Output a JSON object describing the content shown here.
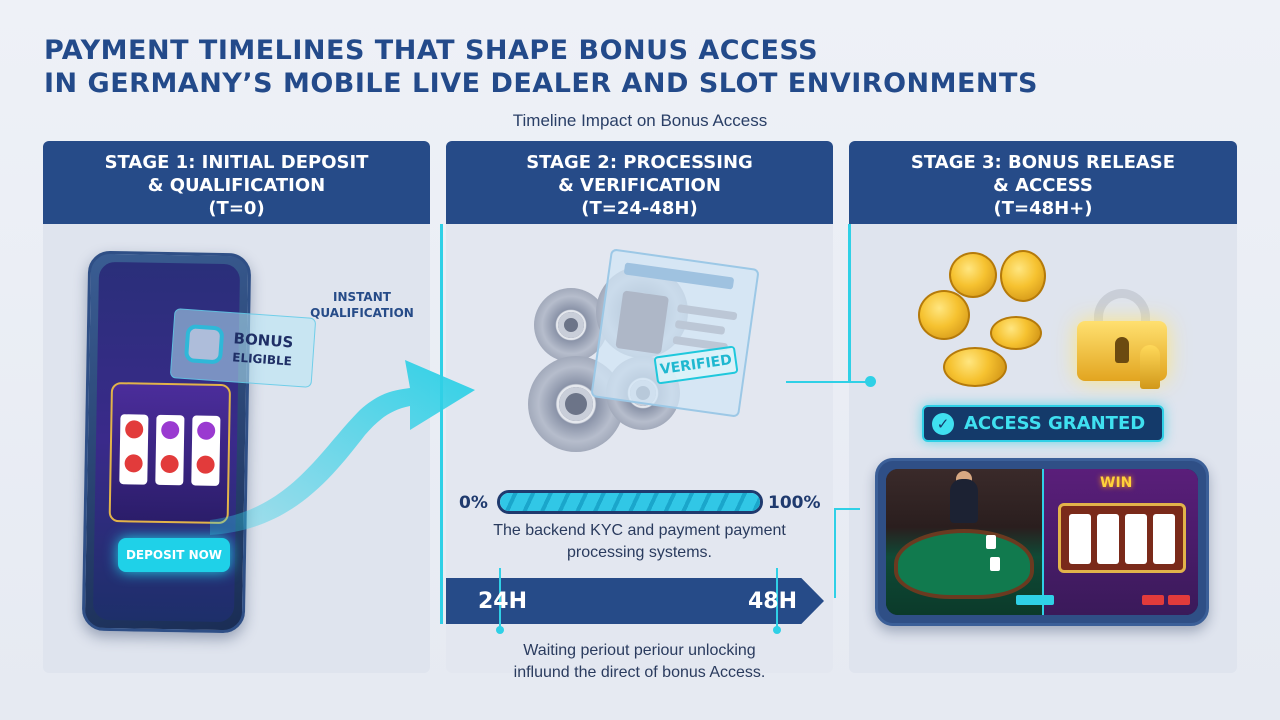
{
  "header": {
    "title_line1": "PAYMENT TIMELINES THAT SHAPE BONUS ACCESS",
    "title_line2": "IN GERMANY’S MOBILE LIVE DEALER AND SLOT ENVIRONMENTS",
    "subtitle": "Timeline Impact on Bonus Access"
  },
  "stages": [
    {
      "line1": "STAGE 1: INITIAL DEPOSIT",
      "line2": "& QUALIFICATION",
      "line3": "(T=0)"
    },
    {
      "line1": "STAGE 2: PROCESSING",
      "line2": "& VERIFICATION",
      "line3": "(T=24-48H)"
    },
    {
      "line1": "STAGE 3: BONUS RELEASE",
      "line2": "& ACCESS",
      "line3": "(T=48H+)"
    }
  ],
  "stage1": {
    "bonus_line1": "BONUS",
    "bonus_line2": "ELIGIBLE",
    "instant_line1": "INSTANT",
    "instant_line2": "QUALIFICATION",
    "deposit_button": "DEPOSIT NOW"
  },
  "stage2": {
    "verified_label": "VERIFIED",
    "progress_start": "0%",
    "progress_end": "100%",
    "progress_fill_fraction": 1.0,
    "desc_line1": "The backend KYC and payment payment",
    "desc_line2": "processing systems.",
    "timeline_start": "24H",
    "timeline_end": "48H",
    "wait_line1": "Waiting periout periour unlocking",
    "wait_line2": "influund the direct of bonus Access."
  },
  "stage3": {
    "access_label": "ACCESS GRANTED",
    "win_label": "WIN"
  },
  "colors": {
    "header_blue": "#264b88",
    "accent_cyan": "#2fd0e6",
    "gold": "#f6c230"
  }
}
